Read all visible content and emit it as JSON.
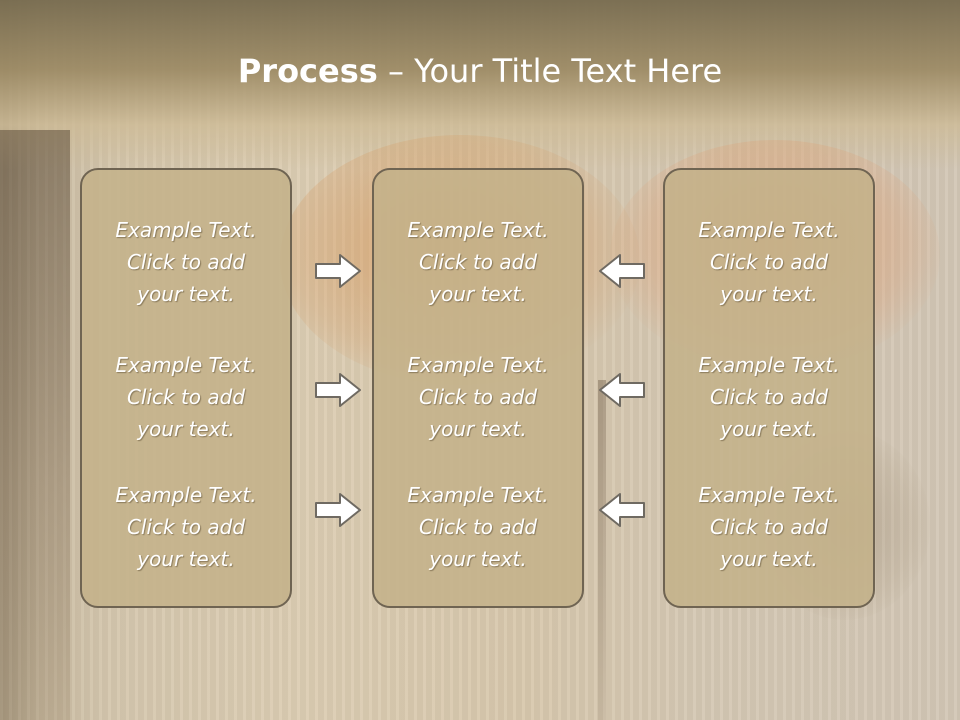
{
  "title": {
    "bold": "Process",
    "rest": " – Your Title Text Here"
  },
  "columns": [
    {
      "items": [
        {
          "line1": "Example Text.",
          "line2": "Click  to add",
          "line3": "your text."
        },
        {
          "line1": "Example Text.",
          "line2": "Click  to add",
          "line3": "your text."
        },
        {
          "line1": "Example Text.",
          "line2": "Click  to add",
          "line3": "your text."
        }
      ]
    },
    {
      "items": [
        {
          "line1": "Example Text.",
          "line2": "Click  to add",
          "line3": "your text."
        },
        {
          "line1": "Example Text.",
          "line2": "Click  to add",
          "line3": "your text."
        },
        {
          "line1": "Example Text.",
          "line2": "Click  to add",
          "line3": "your text."
        }
      ]
    },
    {
      "items": [
        {
          "line1": "Example Text.",
          "line2": "Click  to add",
          "line3": "your text."
        },
        {
          "line1": "Example Text.",
          "line2": "Click  to add",
          "line3": "your text."
        },
        {
          "line1": "Example Text.",
          "line2": "Click  to add",
          "line3": "your text."
        }
      ]
    }
  ],
  "arrows": {
    "left_group": "arrow-right-icon",
    "right_group": "arrow-left-icon"
  },
  "colors": {
    "box_fill": "#c4b28a",
    "box_border": "#6f6452",
    "text": "#ffffff",
    "arrow_fill": "#ffffff",
    "arrow_stroke": "#6f6a62"
  }
}
